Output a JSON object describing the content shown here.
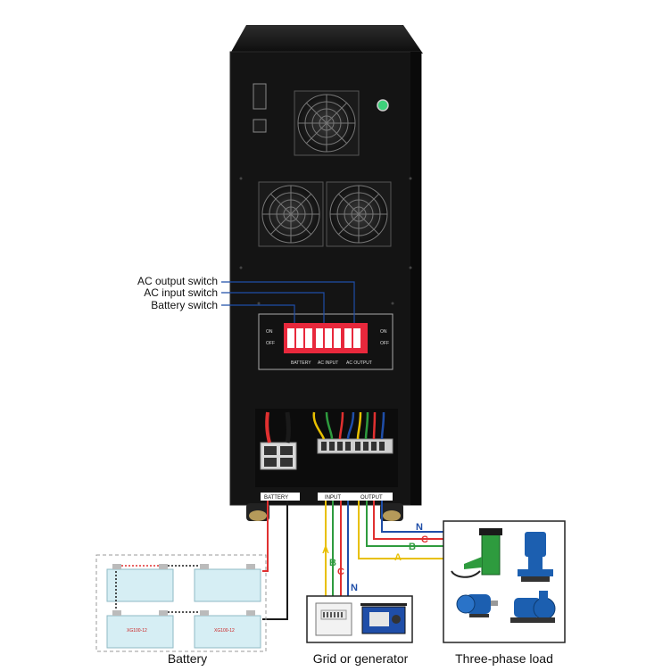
{
  "callouts": {
    "ac_output_switch": "AC output switch",
    "ac_input_switch": "AC input switch",
    "battery_switch": "Battery switch"
  },
  "breaker_panel": {
    "on": "ON",
    "off": "OFF",
    "battery": "BATTERY",
    "ac_input": "AC INPUT",
    "ac_output": "AC OUTPUT"
  },
  "terminal_labels": {
    "battery": "BATTERY",
    "input": "INPUT",
    "output": "OUTPUT"
  },
  "wire_phases": {
    "a": "A",
    "b": "B",
    "c": "C",
    "n": "N"
  },
  "captions": {
    "battery": "Battery",
    "grid": "Grid or generator",
    "load": "Three-phase load"
  },
  "battery_model": "XG100-12",
  "colors": {
    "cabinet": "#141414",
    "wire_red": "#e03030",
    "wire_yellow": "#e8c000",
    "wire_green": "#2e9b3e",
    "wire_blue": "#1f4ea8",
    "breaker_red": "#e8283c",
    "pump_blue": "#1c5fb0",
    "battery_body": "#d6eef4"
  }
}
